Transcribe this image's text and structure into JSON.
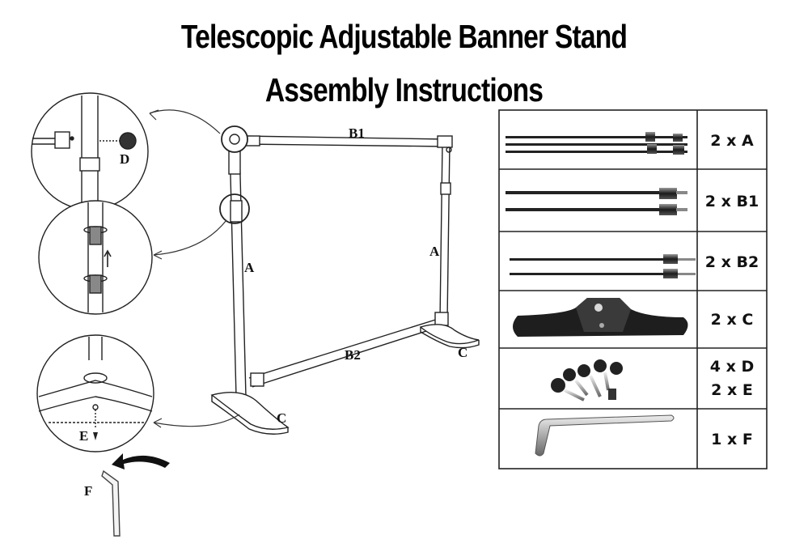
{
  "title": {
    "line1": "Telescopic Adjustable Banner Stand",
    "line2": "Assembly Instructions"
  },
  "diagram_labels": {
    "b1": "B1",
    "b2": "B2",
    "a_left": "A",
    "a_right": "A",
    "c_left": "C",
    "c_right": "C",
    "d": "D",
    "e": "E",
    "f": "F"
  },
  "parts": [
    {
      "qty": "2 x A",
      "icon": "pole-a-icon"
    },
    {
      "qty": "2 x B1",
      "icon": "pole-b1-icon"
    },
    {
      "qty": "2 x B2",
      "icon": "pole-b2-icon"
    },
    {
      "qty": "2 x C",
      "icon": "base-c-icon"
    },
    {
      "qty": "4 x D",
      "qty2": "2 x E",
      "icon": "knob-screw-icon"
    },
    {
      "qty": "1 x F",
      "icon": "allen-key-icon"
    }
  ],
  "colors": {
    "line": "#222222",
    "metal": "#2b2b2b",
    "bg": "#ffffff"
  }
}
